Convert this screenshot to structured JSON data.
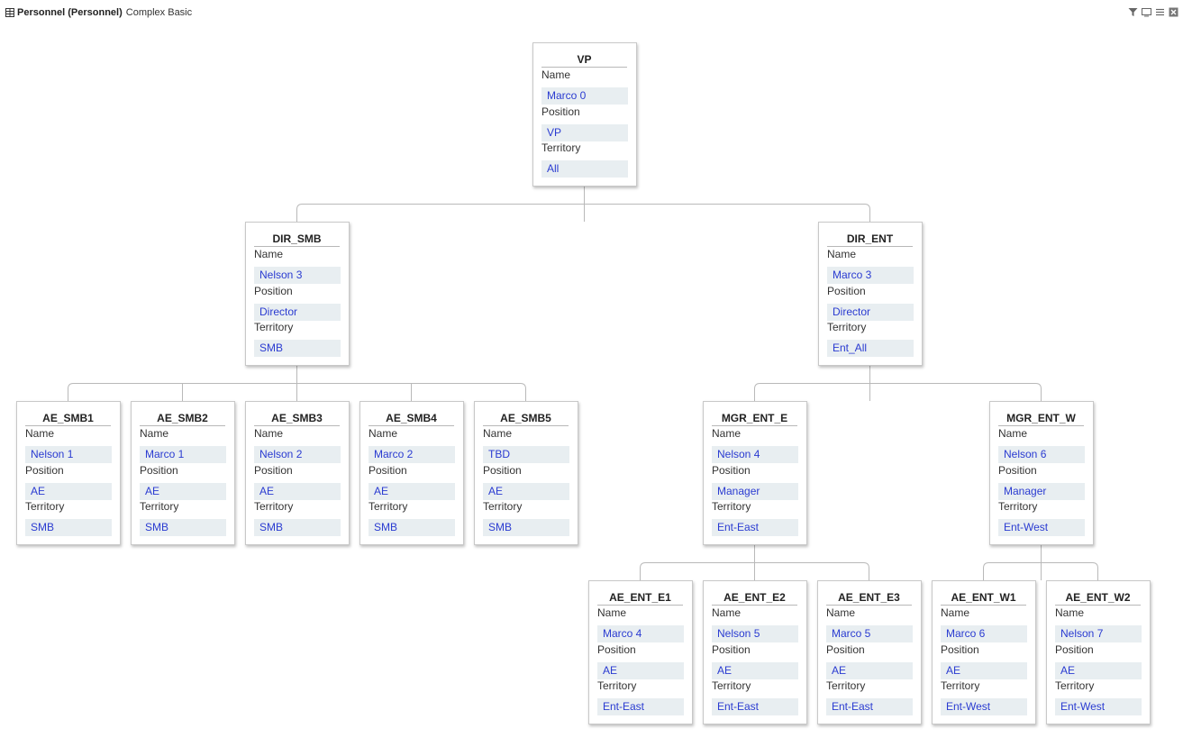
{
  "header": {
    "title_bold": "Personnel (Personnel)",
    "title_sub": "Complex Basic"
  },
  "labels": {
    "name": "Name",
    "position": "Position",
    "territory": "Territory"
  },
  "colors": {
    "value_text": "#2a3bd1",
    "value_bg": "#e8eef1",
    "connector": "#b9b9b9"
  },
  "nodes": [
    {
      "id": "VP",
      "title": "VP",
      "name": "Marco 0",
      "position": "VP",
      "territory": "All",
      "parent": null
    },
    {
      "id": "DIR_SMB",
      "title": "DIR_SMB",
      "name": "Nelson 3",
      "position": "Director",
      "territory": "SMB",
      "parent": "VP"
    },
    {
      "id": "DIR_ENT",
      "title": "DIR_ENT",
      "name": "Marco 3",
      "position": "Director",
      "territory": "Ent_All",
      "parent": "VP"
    },
    {
      "id": "AE_SMB1",
      "title": "AE_SMB1",
      "name": "Nelson 1",
      "position": "AE",
      "territory": "SMB",
      "parent": "DIR_SMB"
    },
    {
      "id": "AE_SMB2",
      "title": "AE_SMB2",
      "name": "Marco 1",
      "position": "AE",
      "territory": "SMB",
      "parent": "DIR_SMB"
    },
    {
      "id": "AE_SMB3",
      "title": "AE_SMB3",
      "name": "Nelson 2",
      "position": "AE",
      "territory": "SMB",
      "parent": "DIR_SMB"
    },
    {
      "id": "AE_SMB4",
      "title": "AE_SMB4",
      "name": "Marco 2",
      "position": "AE",
      "territory": "SMB",
      "parent": "DIR_SMB"
    },
    {
      "id": "AE_SMB5",
      "title": "AE_SMB5",
      "name": "TBD",
      "position": "AE",
      "territory": "SMB",
      "parent": "DIR_SMB"
    },
    {
      "id": "MGR_ENT_E",
      "title": "MGR_ENT_E",
      "name": "Nelson 4",
      "position": "Manager",
      "territory": "Ent-East",
      "parent": "DIR_ENT"
    },
    {
      "id": "MGR_ENT_W",
      "title": "MGR_ENT_W",
      "name": "Nelson 6",
      "position": "Manager",
      "territory": "Ent-West",
      "parent": "DIR_ENT"
    },
    {
      "id": "AE_ENT_E1",
      "title": "AE_ENT_E1",
      "name": "Marco 4",
      "position": "AE",
      "territory": "Ent-East",
      "parent": "MGR_ENT_E"
    },
    {
      "id": "AE_ENT_E2",
      "title": "AE_ENT_E2",
      "name": "Nelson 5",
      "position": "AE",
      "territory": "Ent-East",
      "parent": "MGR_ENT_E"
    },
    {
      "id": "AE_ENT_E3",
      "title": "AE_ENT_E3",
      "name": "Marco 5",
      "position": "AE",
      "territory": "Ent-East",
      "parent": "MGR_ENT_E"
    },
    {
      "id": "AE_ENT_W1",
      "title": "AE_ENT_W1",
      "name": "Marco 6",
      "position": "AE",
      "territory": "Ent-West",
      "parent": "MGR_ENT_W"
    },
    {
      "id": "AE_ENT_W2",
      "title": "AE_ENT_W2",
      "name": "Nelson 7",
      "position": "AE",
      "territory": "Ent-West",
      "parent": "MGR_ENT_W"
    }
  ]
}
